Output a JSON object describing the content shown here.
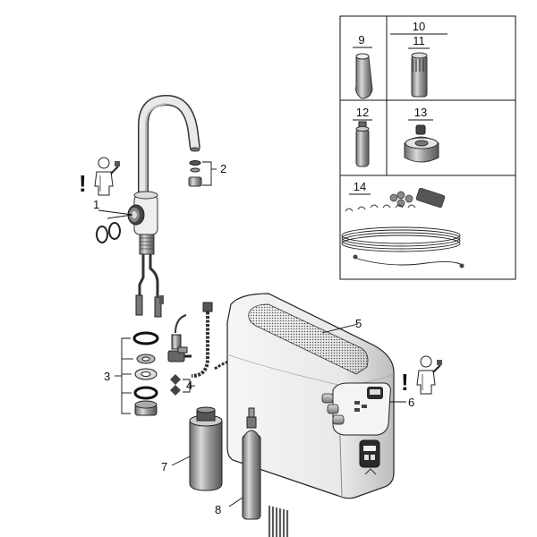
{
  "callouts": {
    "c1": "1",
    "c2": "2",
    "c3": "3",
    "c4": "4",
    "c5": "5",
    "c6": "6",
    "c7": "7",
    "c8": "8",
    "c9": "9",
    "c10": "10",
    "c11": "11",
    "c12": "12",
    "c13": "13",
    "c14": "14"
  },
  "warning_marks": {
    "left": "!",
    "right": "!"
  },
  "icons": {
    "faucet": "kitchen-faucet-icon",
    "chiller": "chiller-unit-icon",
    "filter": "filter-cartridge-icon",
    "co2": "co2-bottle-icon",
    "installer": "installer-figure-icon"
  },
  "colors": {
    "line": "#111111",
    "metal": "#9a9a9a",
    "dark": "#2a2a2a",
    "light": "#f2f2f2"
  }
}
